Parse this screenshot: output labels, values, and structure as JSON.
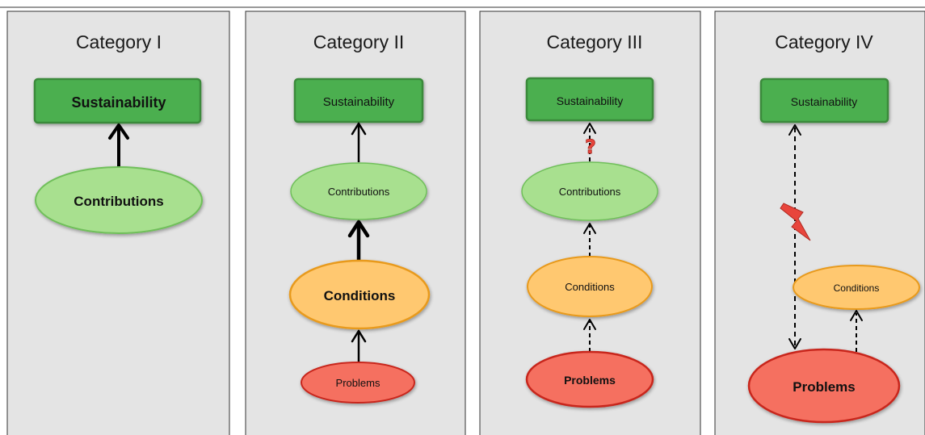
{
  "colors": {
    "panel_fill": "#e4e4e4",
    "panel_border": "#333333",
    "sustainability_fill": "#4caf50",
    "sustainability_border": "#3a8a3a",
    "contributions_fill": "#a8e08f",
    "contributions_border": "#6fbf5a",
    "conditions_fill": "#ffc870",
    "conditions_border": "#e89a1e",
    "problems_fill": "#f57060",
    "problems_border": "#c8281e",
    "arrow": "#000000",
    "warning_red": "#e8453c"
  },
  "panels": [
    {
      "title": "Category I",
      "sustainability": "Sustainability",
      "contributions": "Contributions"
    },
    {
      "title": "Category II",
      "sustainability": "Sustainability",
      "contributions": "Contributions",
      "conditions": "Conditions",
      "problems": "Problems"
    },
    {
      "title": "Category III",
      "sustainability": "Sustainability",
      "contributions": "Contributions",
      "conditions": "Conditions",
      "problems": "Problems",
      "question_mark": "?"
    },
    {
      "title": "Category IV",
      "sustainability": "Sustainability",
      "conditions": "Conditions",
      "problems": "Problems"
    }
  ]
}
